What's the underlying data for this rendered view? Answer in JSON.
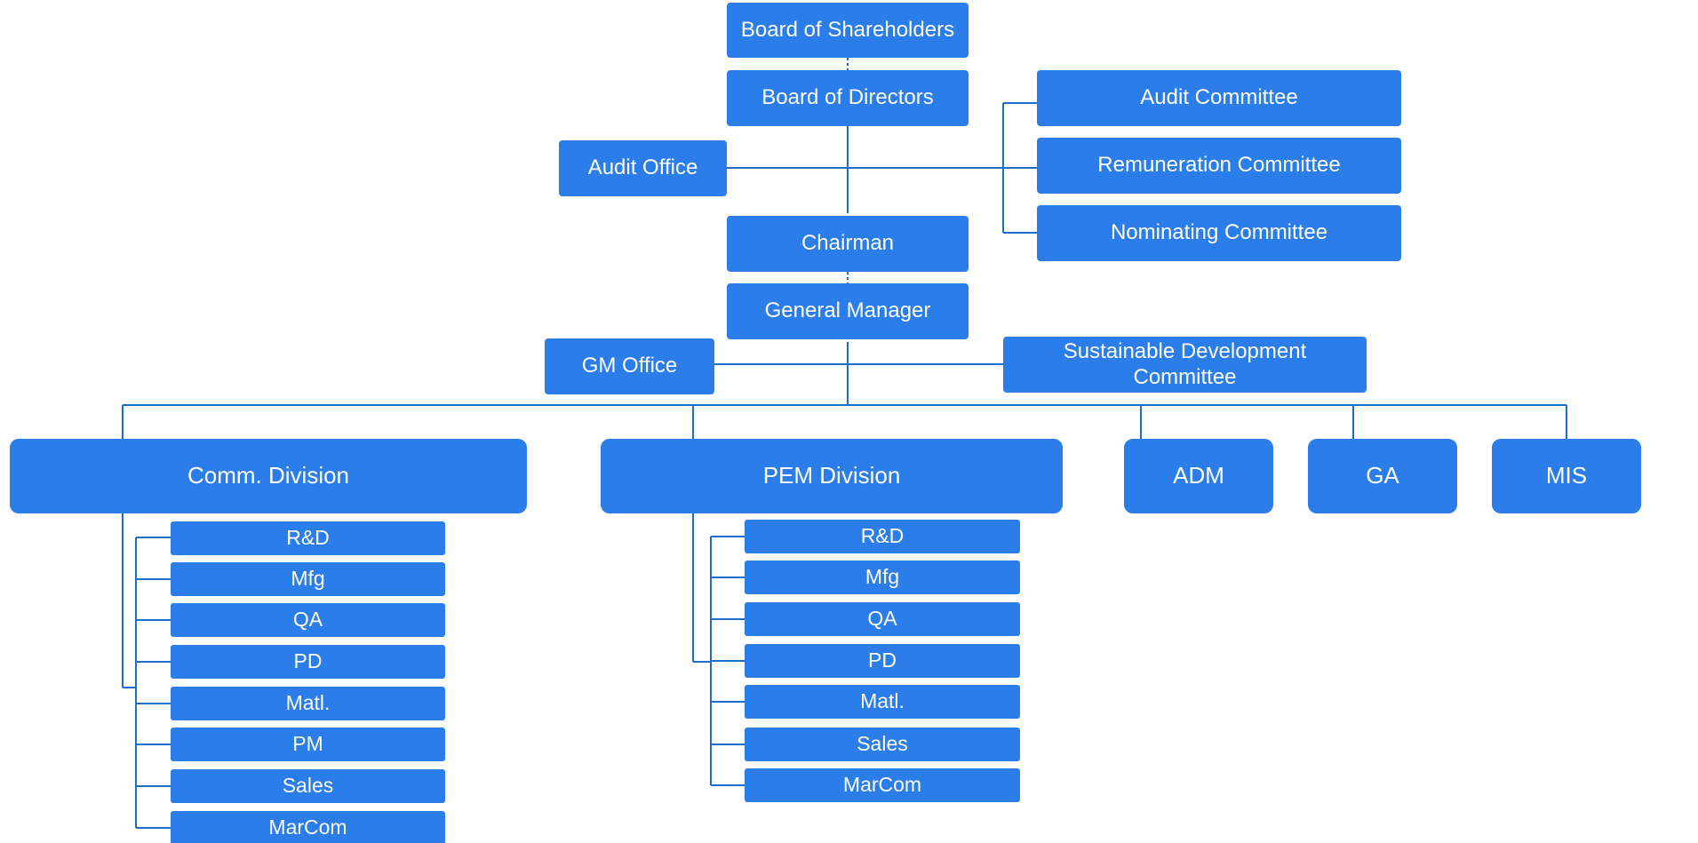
{
  "colors": {
    "box": "#2b7de9",
    "line": "#1f6cc9",
    "text": "#ffffff"
  },
  "nodes": {
    "board_of_shareholders": "Board of Shareholders",
    "board_of_directors": "Board of  Directors",
    "audit_committee": "Audit Committee",
    "remuneration_committee": "Remuneration Committee",
    "nominating_committee": "Nominating Committee",
    "audit_office": "Audit Office",
    "chairman": "Chairman",
    "general_manager": "General Manager",
    "gm_office": "GM Office",
    "sustainable_line1": "Sustainable Development",
    "sustainable_line2": "Committee",
    "comm_division": "Comm. Division",
    "pem_division": "PEM Division",
    "adm": "ADM",
    "ga": "GA",
    "mis": "MIS"
  },
  "comm_units": [
    "R&D",
    "Mfg",
    "QA",
    "PD",
    "Matl.",
    "PM",
    "Sales",
    "MarCom"
  ],
  "pem_units": [
    "R&D",
    "Mfg",
    "QA",
    "PD",
    "Matl.",
    "Sales",
    "MarCom"
  ]
}
